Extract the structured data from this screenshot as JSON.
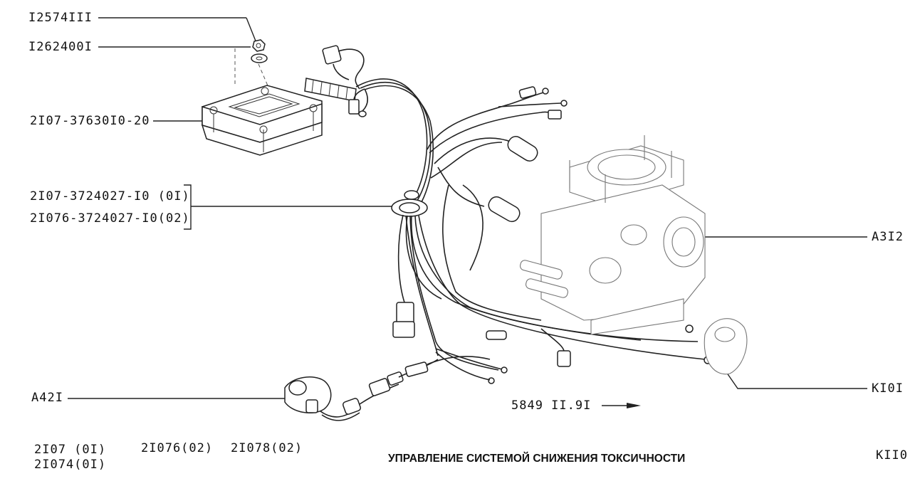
{
  "callouts": {
    "nut": "I2574III",
    "washer": "I262400I",
    "control_unit": "2I07-37630I0-20",
    "harness_01": "2I07-3724027-I0 (0I)",
    "harness_02": "2I076-3724027-I0(02)",
    "carburetor": "A3I2",
    "distributor": "KI0I",
    "valve": "A42I",
    "continuation": "5849 II.9I"
  },
  "footer": {
    "models_1": "2I07 (0I)",
    "models_2": "2I076(02)",
    "models_3": "2I078(02)",
    "models_4": "2I074(0I)",
    "title": "УПРАВЛЕНИЕ СИСТЕМОЙ СНИЖЕНИЯ ТОКСИЧНОСТИ",
    "code": "KII0"
  }
}
